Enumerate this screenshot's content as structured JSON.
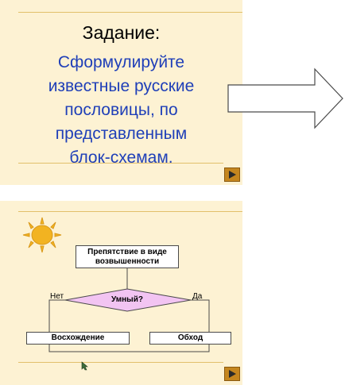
{
  "slide1": {
    "title": "Задание:",
    "body_lines": [
      "Сформулируйте",
      "известные русские",
      "пословицы, по",
      "представленным",
      "блок-схемам."
    ]
  },
  "flowchart": {
    "top_box": "Препятствие в виде возвышенности",
    "decision": "Умный?",
    "no_label": "Нет",
    "yes_label": "Да",
    "left_box": "Восхождение",
    "right_box": "Обход"
  },
  "colors": {
    "slide_bg": "#fdf2d3",
    "body_text": "#1f3fb8",
    "gold_line": "#e2c06b",
    "nav_button": "#c5861e",
    "decision_fill": "#f2c4f2",
    "sun": "#f2b321"
  },
  "icons": {
    "next_slide": "play-triangle-icon",
    "sun": "sun-icon",
    "cursor": "mouse-pointer-icon",
    "arrow": "right-arrow-shape"
  }
}
